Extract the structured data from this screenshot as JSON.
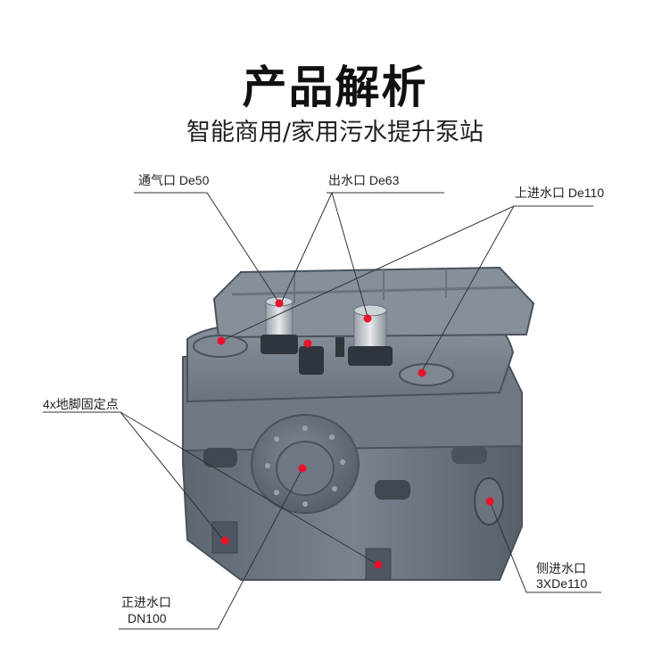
{
  "header": {
    "title": "产品解析",
    "subtitle": "智能商用/家用污水提升泵站"
  },
  "callouts": {
    "vent": "通气口 De50",
    "outlet": "出水口 De63",
    "top_inlet": "上进水口 De110",
    "feet": "4x地脚固定点",
    "side_inlet_line1": "侧进水口",
    "side_inlet_line2": "3XDe110",
    "front_inlet_line1": "正进水口",
    "front_inlet_line2": "DN100"
  },
  "colors": {
    "tank_body": "#707a86",
    "tank_dark": "#4d5661",
    "marker": "#e8132a",
    "leader_line": "#333333"
  }
}
